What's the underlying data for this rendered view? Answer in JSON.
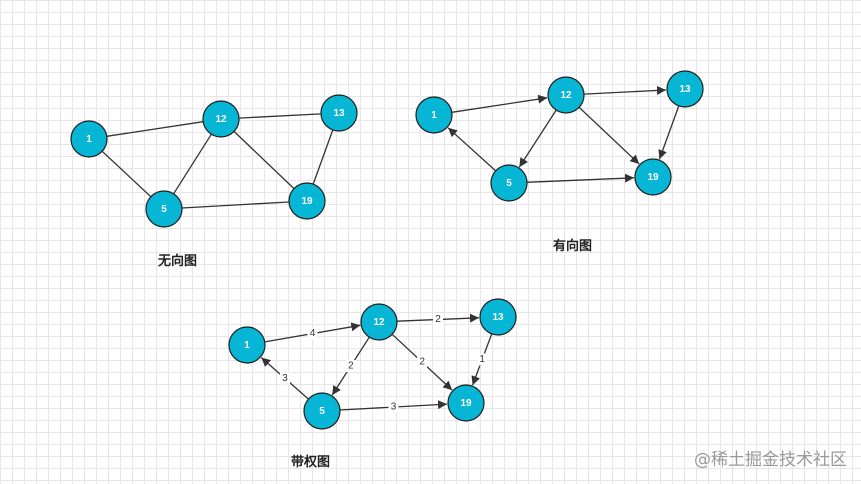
{
  "colors": {
    "node_fill": "#06b6d4",
    "node_stroke": "#1f1f1f",
    "edge": "#333333",
    "caption": "#222222",
    "watermark": "#9a9a9a"
  },
  "graphs": [
    {
      "caption": "无向图",
      "directed": false,
      "nodes": [
        "1",
        "12",
        "13",
        "5",
        "19"
      ],
      "edges": [
        {
          "from": "1",
          "to": "12"
        },
        {
          "from": "12",
          "to": "13"
        },
        {
          "from": "1",
          "to": "5"
        },
        {
          "from": "12",
          "to": "5"
        },
        {
          "from": "12",
          "to": "19"
        },
        {
          "from": "13",
          "to": "19"
        },
        {
          "from": "5",
          "to": "19"
        }
      ]
    },
    {
      "caption": "有向图",
      "directed": true,
      "nodes": [
        "1",
        "12",
        "13",
        "5",
        "19"
      ],
      "edges": [
        {
          "from": "1",
          "to": "12"
        },
        {
          "from": "12",
          "to": "13"
        },
        {
          "from": "12",
          "to": "5"
        },
        {
          "from": "12",
          "to": "19"
        },
        {
          "from": "13",
          "to": "19"
        },
        {
          "from": "5",
          "to": "1"
        },
        {
          "from": "5",
          "to": "19"
        }
      ]
    },
    {
      "caption": "带权图",
      "directed": true,
      "nodes": [
        "1",
        "12",
        "13",
        "5",
        "19"
      ],
      "edges": [
        {
          "from": "1",
          "to": "12",
          "weight": "4"
        },
        {
          "from": "12",
          "to": "13",
          "weight": "2"
        },
        {
          "from": "12",
          "to": "5",
          "weight": "2"
        },
        {
          "from": "12",
          "to": "19",
          "weight": "2"
        },
        {
          "from": "13",
          "to": "19",
          "weight": "1"
        },
        {
          "from": "5",
          "to": "1",
          "weight": "3"
        },
        {
          "from": "5",
          "to": "19",
          "weight": "3"
        }
      ]
    }
  ],
  "watermark": "@稀土掘金技术社区"
}
